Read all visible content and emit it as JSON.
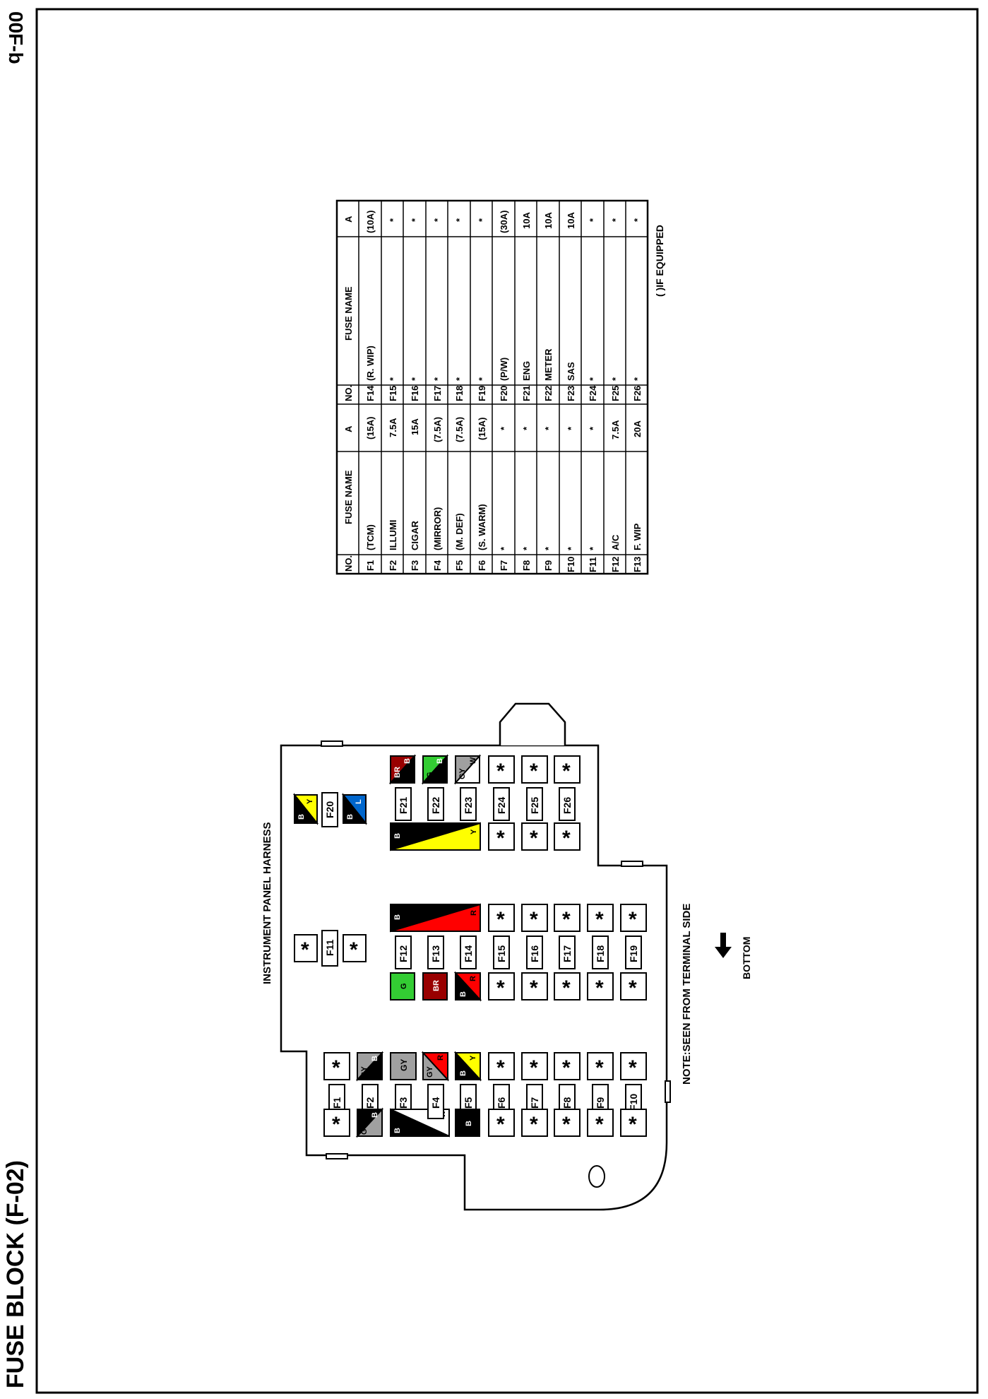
{
  "page": {
    "title": "FUSE BLOCK (F-02)",
    "code": "00F-b"
  },
  "diagram": {
    "harness_label": "INSTRUMENT PANEL HARNESS",
    "note": "NOTE:SEEN FROM TERMINAL SIDE",
    "bottom_label": "BOTTOM",
    "fuses": [
      {
        "id": "F1",
        "left": "*",
        "right": "*"
      },
      {
        "id": "F2",
        "left": "GY/B",
        "right": "GY/B"
      },
      {
        "id": "F3",
        "left": "B/W",
        "right": "GY"
      },
      {
        "id": "F4",
        "left": "B/W",
        "right": "GY/R"
      },
      {
        "id": "F5",
        "left": "B",
        "right": "B/Y"
      },
      {
        "id": "F6",
        "left": "*",
        "right": "*"
      },
      {
        "id": "F7",
        "left": "*",
        "right": "*"
      },
      {
        "id": "F8",
        "left": "*",
        "right": "*"
      },
      {
        "id": "F9",
        "left": "*",
        "right": "*"
      },
      {
        "id": "F10",
        "left": "*",
        "right": "*"
      },
      {
        "id": "F11",
        "left": "*",
        "right": "*"
      },
      {
        "id": "F12",
        "left": "G",
        "right": "B/R"
      },
      {
        "id": "F13",
        "left": "BR",
        "right": "B/R"
      },
      {
        "id": "F14",
        "left": "B/R",
        "right": "B/R"
      },
      {
        "id": "F15",
        "left": "*",
        "right": "*"
      },
      {
        "id": "F16",
        "left": "*",
        "right": "*"
      },
      {
        "id": "F17",
        "left": "*",
        "right": "*"
      },
      {
        "id": "F18",
        "left": "*",
        "right": "*"
      },
      {
        "id": "F19",
        "left": "*",
        "right": "*"
      },
      {
        "id": "F20",
        "left": "B/L",
        "right": "B/Y"
      },
      {
        "id": "F21",
        "left": "B/Y",
        "right": "BR/B"
      },
      {
        "id": "F22",
        "left": "B/Y",
        "right": "G/B"
      },
      {
        "id": "F23",
        "left": "B/Y",
        "right": "GY/W"
      },
      {
        "id": "F24",
        "left": "*",
        "right": "*"
      },
      {
        "id": "F25",
        "left": "*",
        "right": "*"
      },
      {
        "id": "F26",
        "left": "*",
        "right": "*"
      }
    ],
    "wire_text": {
      "gy": "GY",
      "b": "B",
      "w": "W",
      "r": "R",
      "y": "Y",
      "l": "L",
      "g": "G",
      "br": "BR",
      "star": "*"
    },
    "colors": {
      "black": "#000000",
      "white": "#ffffff",
      "gray": "#a0a0a0",
      "red": "#ff0000",
      "yellow": "#ffff00",
      "green": "#33cc33",
      "brown": "#990000",
      "blue": "#0066cc",
      "darkred": "#cc0000"
    }
  },
  "table": {
    "headers": [
      "NO.",
      "FUSE NAME",
      "A",
      "NO.",
      "FUSE NAME",
      "A"
    ],
    "rows": [
      [
        "F1",
        "(TCM)",
        "(15A)",
        "F14",
        "(R. WIP)",
        "(10A)"
      ],
      [
        "F2",
        "ILLUMI",
        "7.5A",
        "F15",
        "*",
        "*"
      ],
      [
        "F3",
        "CIGAR",
        "15A",
        "F16",
        "*",
        "*"
      ],
      [
        "F4",
        "(MIRROR)",
        "(7.5A)",
        "F17",
        "*",
        "*"
      ],
      [
        "F5",
        "(M. DEF)",
        "(7.5A)",
        "F18",
        "*",
        "*"
      ],
      [
        "F6",
        "(S. WARM)",
        "(15A)",
        "F19",
        "*",
        "*"
      ],
      [
        "F7",
        "*",
        "*",
        "F20",
        "(P/W)",
        "(30A)"
      ],
      [
        "F8",
        "*",
        "*",
        "F21",
        "ENG",
        "10A"
      ],
      [
        "F9",
        "*",
        "*",
        "F22",
        "METER",
        "10A"
      ],
      [
        "F10",
        "*",
        "*",
        "F23",
        "SAS",
        "10A"
      ],
      [
        "F11",
        "*",
        "*",
        "F24",
        "*",
        "*"
      ],
      [
        "F12",
        "A/C",
        "7.5A",
        "F25",
        "*",
        "*"
      ],
      [
        "F13",
        "F. WIP",
        "20A",
        "F26",
        "*",
        "*"
      ]
    ],
    "footnote": "( )IF EQUIPPED"
  }
}
